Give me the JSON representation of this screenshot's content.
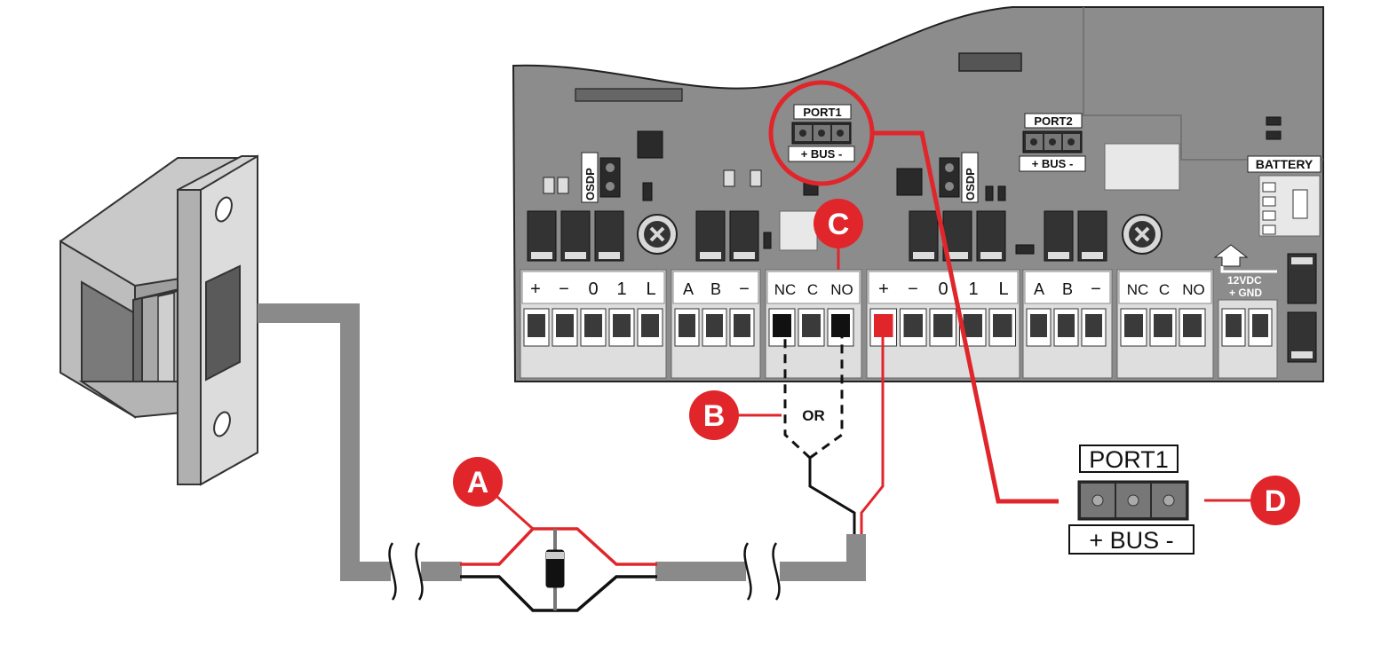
{
  "board": {
    "port1_label": "PORT1",
    "port1_bus": "+ BUS -",
    "port2_label": "PORT2",
    "port2_bus": "+ BUS -",
    "osdp_label": "OSDP",
    "battery_label": "BATTERY",
    "power_line1": "12VDC",
    "power_line2": "+  GND",
    "terminals": [
      [
        "+",
        "−",
        "0",
        "1",
        "L"
      ],
      [
        "A",
        "B",
        "−"
      ],
      [
        "NC",
        "C",
        "NO"
      ],
      [
        "+",
        "−",
        "0",
        "1",
        "L"
      ],
      [
        "A",
        "B",
        "−"
      ],
      [
        "NC",
        "C",
        "NO"
      ]
    ]
  },
  "callouts": {
    "a": "A",
    "b": "B",
    "c": "C",
    "d": "D"
  },
  "or_label": "OR",
  "detail": {
    "port_label": "PORT1",
    "bus_label": "+ BUS -"
  },
  "colors": {
    "accent_red": "#e0262b",
    "board": "#8c8c8c",
    "cable": "#8a8a8a"
  }
}
